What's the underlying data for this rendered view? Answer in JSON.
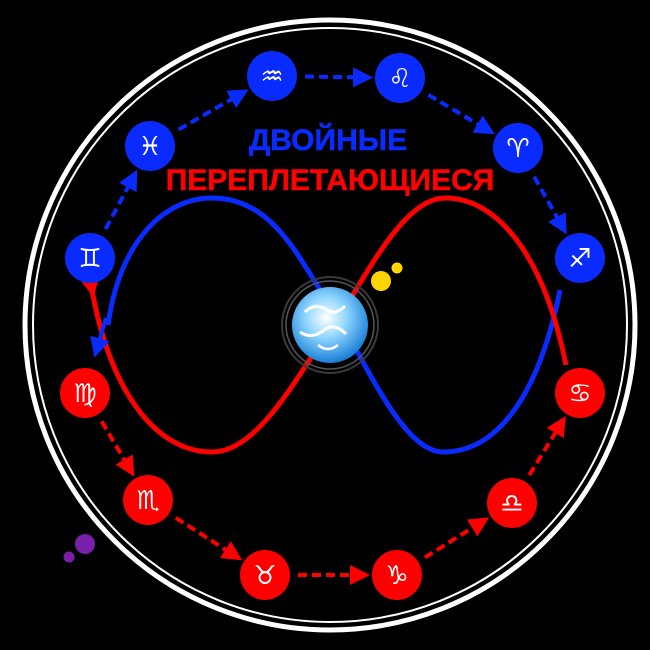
{
  "title": {
    "line1": "ДВОЙНЫЕ",
    "line2": "ПЕРЕПЛЕТАЮЩИЕСЯ"
  },
  "colors": {
    "background": "#000000",
    "ring": "#ffffff",
    "blue": "#0a2bff",
    "red": "#ff0000",
    "symbol": "#ffffff",
    "sun": "#ffd400",
    "planet": "#7a1fa8"
  },
  "blue_signs": [
    {
      "name": "gemini",
      "glyph": "♊"
    },
    {
      "name": "pisces",
      "glyph": "♓"
    },
    {
      "name": "aquarius",
      "glyph": "♒"
    },
    {
      "name": "leo",
      "glyph": "♌"
    },
    {
      "name": "aries",
      "glyph": "♈"
    },
    {
      "name": "sagittarius",
      "glyph": "♐"
    }
  ],
  "red_signs": [
    {
      "name": "virgo",
      "glyph": "♍"
    },
    {
      "name": "scorpio",
      "glyph": "♏"
    },
    {
      "name": "taurus",
      "glyph": "♉"
    },
    {
      "name": "capricorn",
      "glyph": "♑"
    },
    {
      "name": "libra",
      "glyph": "♎"
    },
    {
      "name": "cancer",
      "glyph": "♋"
    }
  ]
}
